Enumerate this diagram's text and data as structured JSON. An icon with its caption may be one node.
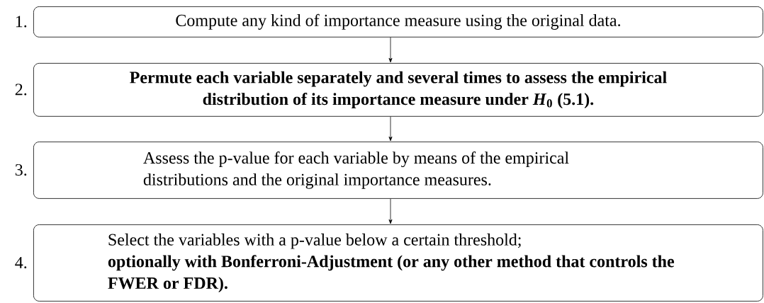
{
  "diagram": {
    "nodes": [
      {
        "text": [
          "Compute any kind of importance measure using the original data."
        ],
        "beside": [
          "1."
        ]
      },
      {
        "text": [
          "Permute each variable separately and several times to assess the empirical distribution of its importance measure under *H*$_{0}$ (5.1)."
        ],
        "beside": [
          "2."
        ]
      },
      {
        "text": [
          "Assess the p-value for each variable by means of the empirical distributions and the original importance measures."
        ],
        "beside": [
          "3."
        ]
      },
      {
        "text": [
          "Select the variables with a p-value below a certain threshold;",
          "optionally with Bonferroni-Adjustment (or any other method that controls the FWER or FDR)."
        ],
        "beside": [
          "4."
        ]
      }
    ],
    "edges": [
      {
        "from": 0,
        "to": 1,
        "arrow": "to"
      },
      {
        "from": 1,
        "to": 2,
        "arrow": "to"
      },
      {
        "from": 2,
        "to": 3,
        "arrow": "to"
      }
    ]
  }
}
